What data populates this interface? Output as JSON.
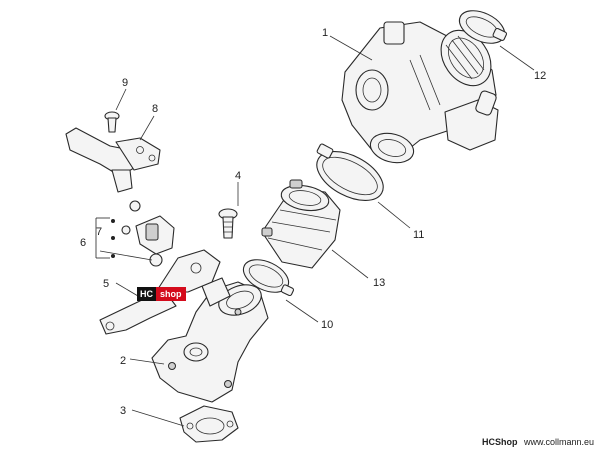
{
  "callouts": {
    "c1": "1",
    "c2": "2",
    "c3": "3",
    "c4": "4",
    "c5": "5",
    "c6": "6",
    "c7": "7",
    "c8": "8",
    "c9": "9",
    "c10": "10",
    "c11": "11",
    "c12": "12",
    "c13": "13"
  },
  "watermark": {
    "part1": "HC",
    "part2": "shop"
  },
  "credit": {
    "brand": "HCShop",
    "url": "www.collmann.eu"
  }
}
